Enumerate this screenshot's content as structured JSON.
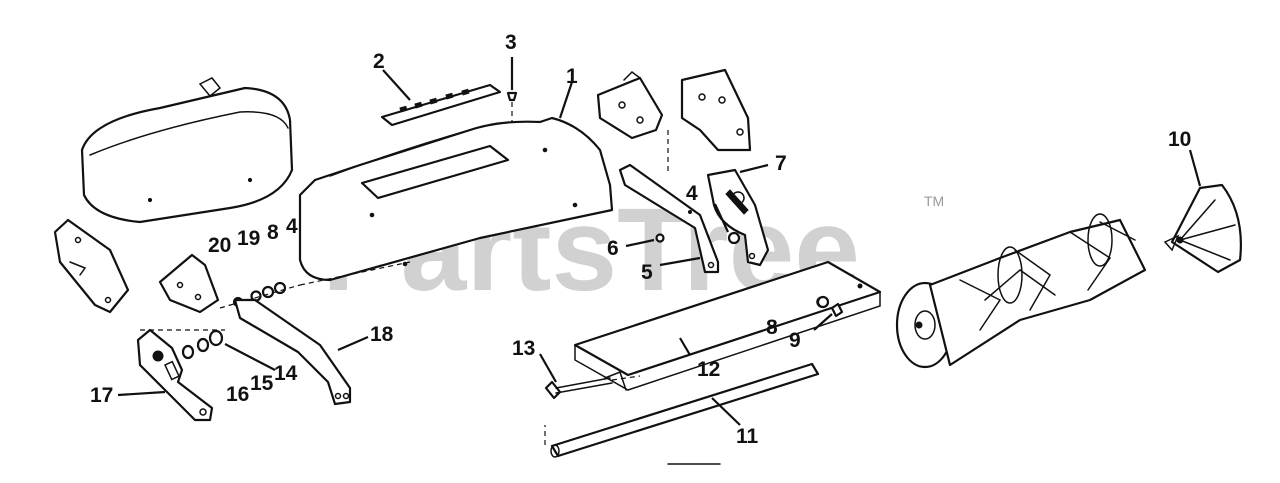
{
  "watermark": {
    "text": "PartsTree",
    "trademark": "TM"
  },
  "callouts": {
    "c1": "1",
    "c2": "2",
    "c3": "3",
    "c4a": "4",
    "c4b": "4",
    "c5": "5",
    "c6": "6",
    "c7": "7",
    "c8a": "8",
    "c8b": "8",
    "c9": "9",
    "c10": "10",
    "c11": "11",
    "c12": "12",
    "c13": "13",
    "c14": "14",
    "c15": "15",
    "c16": "16",
    "c17": "17",
    "c18": "18",
    "c19": "19",
    "c20": "20"
  }
}
